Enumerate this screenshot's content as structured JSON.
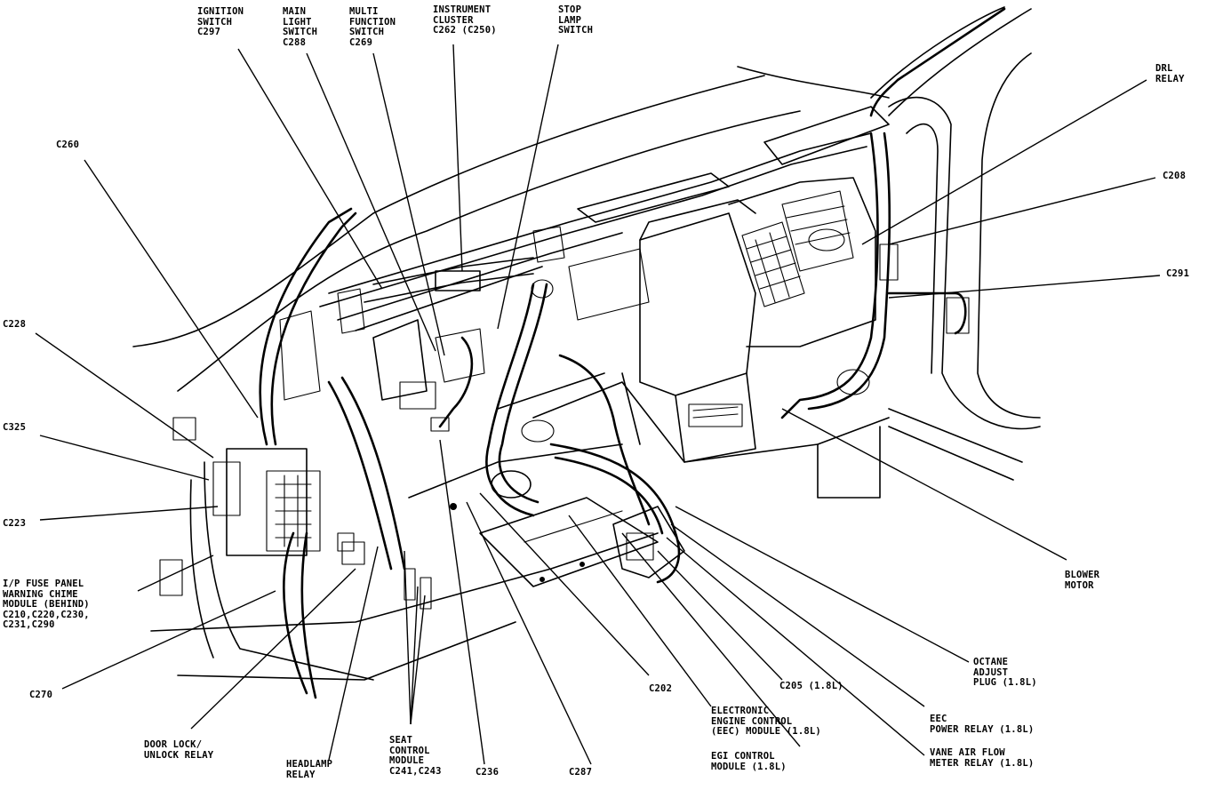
{
  "labels": {
    "ignition_switch": "IGNITION\nSWITCH\nC297",
    "main_light_switch": "MAIN\nLIGHT\nSWITCH\nC288",
    "multi_function_switch": "MULTI\nFUNCTION\nSWITCH\nC269",
    "instrument_cluster": "INSTRUMENT\nCLUSTER\nC262 (C250)",
    "stop_lamp_switch": "STOP\nLAMP\nSWITCH",
    "drl_relay": "DRL\nRELAY",
    "c208": "C208",
    "c291": "C291",
    "c260": "C260",
    "c228": "C228",
    "c325": "C325",
    "c223": "C223",
    "ip_fuse_panel": "I/P FUSE PANEL\nWARNING CHIME\nMODULE (BEHIND)\nC210,C220,C230,\nC231,C290",
    "c270": "C270",
    "door_lock_relay": "DOOR LOCK/\nUNLOCK RELAY",
    "headlamp_relay": "HEADLAMP\nRELAY",
    "seat_control_module": "SEAT\nCONTROL\nMODULE\nC241,C243",
    "c236": "C236",
    "c287": "C287",
    "c202": "C202",
    "eec_module": "ELECTRONIC\nENGINE CONTROL\n(EEC) MODULE (1.8L)",
    "egi_control_module": "EGI CONTROL\nMODULE (1.8L)",
    "c205": "C205 (1.8L)",
    "eec_power_relay": "EEC\nPOWER RELAY (1.8L)",
    "vane_air_flow": "VANE AIR FLOW\nMETER RELAY (1.8L)",
    "octane_adjust": "OCTANE\nADJUST\nPLUG (1.8L)",
    "blower_motor": "BLOWER\nMOTOR"
  }
}
